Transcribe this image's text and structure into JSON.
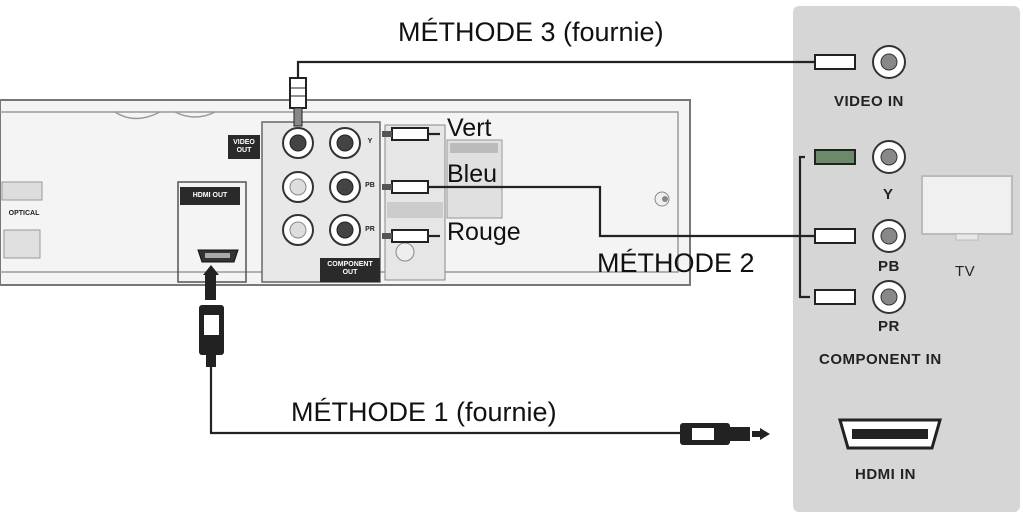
{
  "labels": {
    "method3": "MÉTHODE 3 (fournie)",
    "method2": "MÉTHODE 2",
    "method1": "MÉTHODE 1 (fournie)",
    "vert": "Vert",
    "bleu": "Bleu",
    "rouge": "Rouge"
  },
  "player": {
    "video_out": "VIDEO OUT",
    "hdmi_out": "HDMI OUT",
    "component_out": "COMPONENT OUT",
    "optical": "OPTICAL",
    "y": "Y",
    "pb": "PB",
    "pr": "PR"
  },
  "tv": {
    "video_in": "VIDEO IN",
    "y": "Y",
    "pb": "PB",
    "pr": "PR",
    "tv": "TV",
    "component_in": "COMPONENT IN",
    "hdmi_in": "HDMI IN"
  },
  "colors": {
    "panel": "#d6d6d6",
    "cable": "#222222",
    "green_plug": "#6a8a6a"
  }
}
